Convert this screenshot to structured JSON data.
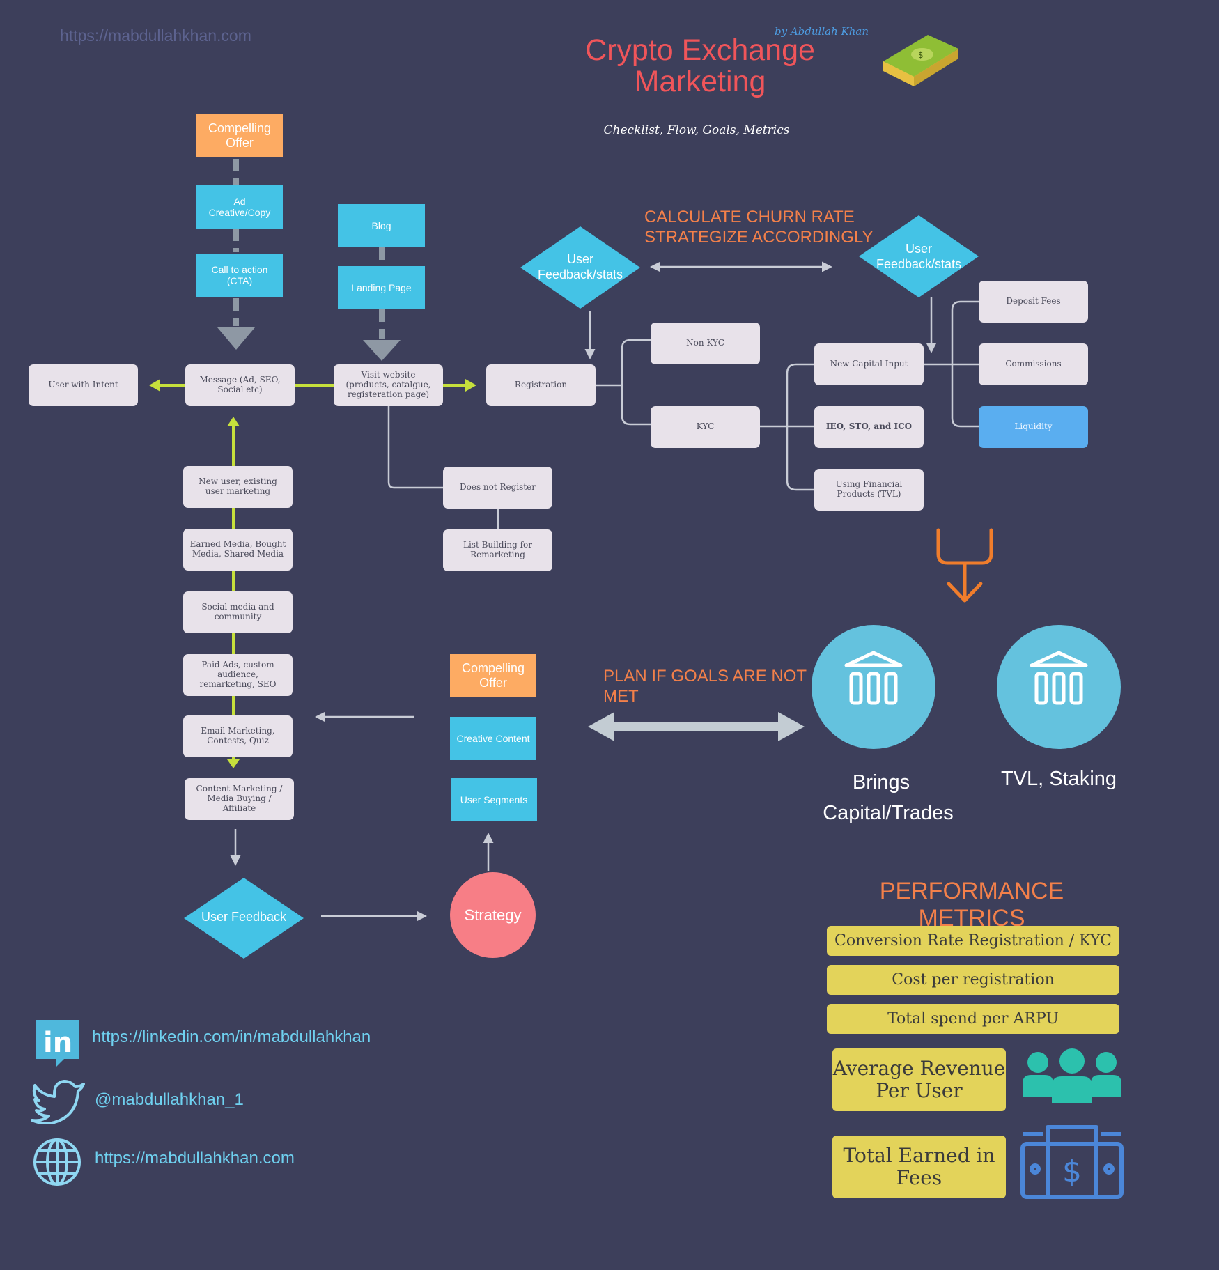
{
  "header": {
    "url": "https://mabdullahkhan.com",
    "byline": "by Abdullah Khan",
    "title_line1": "Crypto Exchange",
    "title_line2": "Marketing",
    "subtitle": "Checklist, Flow, Goals, Metrics"
  },
  "ad_chain": {
    "compelling_offer": "Compelling Offer",
    "ad_creative": "Ad Creative/Copy",
    "cta": "Call to action (CTA)"
  },
  "web_chain": {
    "blog": "Blog",
    "landing_page": "Landing Page"
  },
  "main_row": {
    "user_with_intent": "User with Intent",
    "message": "Message (Ad, SEO, Social etc)",
    "visit_website": "Visit website (products, catalgue, registeration page)",
    "registration": "Registration"
  },
  "feedback_loop": {
    "left_diamond": "User Feedback/stats",
    "right_diamond": "User Feedback/stats",
    "churn_line1": "CALCULATE CHURN RATE",
    "churn_line2": "STRATEGIZE ACCORDINGLY"
  },
  "kyc": {
    "non_kyc": "Non KYC",
    "kyc": "KYC"
  },
  "capital": {
    "new_capital_input": "New Capital Input",
    "ieo": "IEO, STO, and ICO",
    "financial_products": "Using Financial Products (TVL)",
    "deposit_fees": "Deposit Fees",
    "commissions": "Commissions",
    "liquidity": "Liquidity"
  },
  "no_register": {
    "does_not_register": "Does not Register",
    "list_building": "List Building for Remarketing"
  },
  "channels": [
    "New user, existing user marketing",
    "Earned Media, Bought Media, Shared Media",
    "Social media and community",
    "Paid Ads, custom audience, remarketing, SEO",
    "Email Marketing, Contests, Quiz",
    "Content Marketing / Media Buying / Affiliate"
  ],
  "strategy_column": {
    "compelling_offer": "Compelling Offer",
    "creative_content": "Creative Content",
    "user_segments": "User Segments",
    "strategy": "Strategy",
    "user_feedback": "User Feedback"
  },
  "goals": {
    "plan_line1": "PLAN IF GOALS ARE NOT",
    "plan_line2": "MET",
    "brings_line1": "Brings",
    "brings_line2": "Capital/Trades",
    "tvl": "TVL, Staking"
  },
  "metrics": {
    "heading": "PERFORMANCE METRICS",
    "conversion": "Conversion Rate Registration / KYC",
    "cost": "Cost per registration",
    "spend": "Total spend per ARPU",
    "arpu_line1": "Average Revenue",
    "arpu_line2": "Per User",
    "fees_line1": "Total Earned in",
    "fees_line2": "Fees"
  },
  "contacts": {
    "linkedin": "https://linkedin.com/in/mabdullahkhan",
    "twitter": "@mabdullahkhan_1",
    "website": "https://mabdullahkhan.com"
  },
  "colors": {
    "background": "#3d3f5b",
    "accent_blue": "#44c3e6",
    "accent_orange": "#fdab63",
    "title_red": "#f0555a",
    "highlight_green": "#c6e03c",
    "metric_yellow": "#e3d35a",
    "strategy_pink": "#f77e86",
    "liquidity_blue": "#5aaef0"
  }
}
